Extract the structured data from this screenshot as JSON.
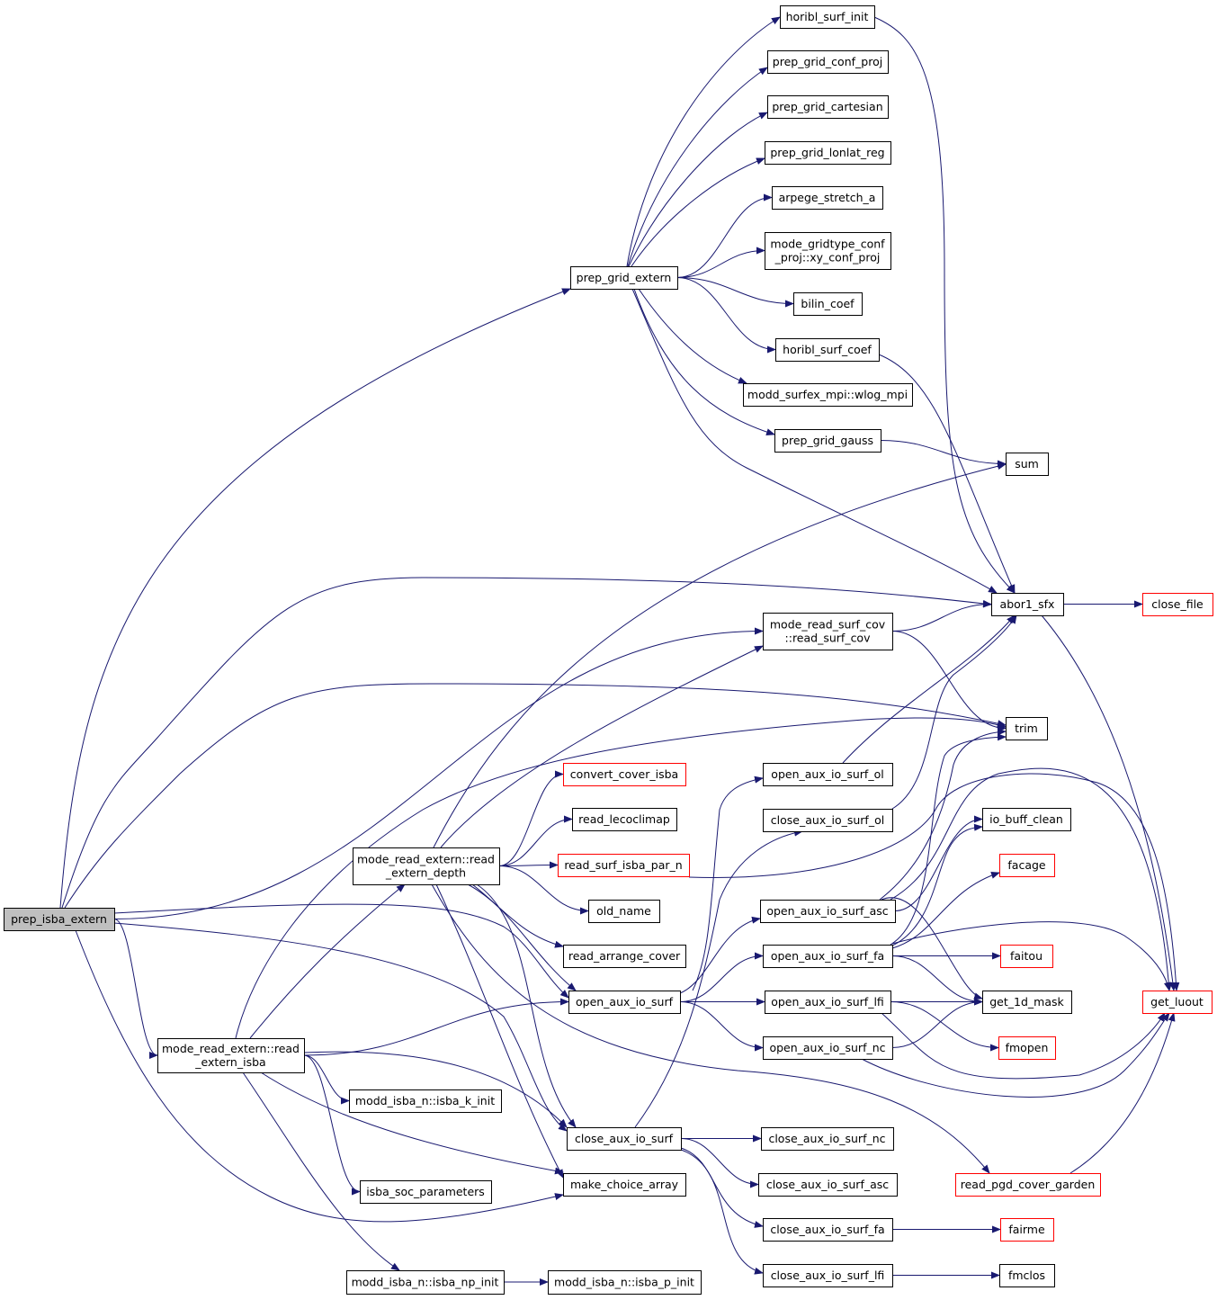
{
  "diagram": {
    "title": "",
    "colors": {
      "edge": "#191970",
      "arrowhead": "#191970",
      "node_border": "#000000",
      "node_border_truncated": "#ff0000",
      "root_fill": "#bfbfbf",
      "node_fill": "#ffffff"
    },
    "nodes": [
      {
        "id": "prep_isba_extern",
        "label": "prep_isba_extern",
        "root": true
      },
      {
        "id": "prep_grid_extern",
        "label": "prep_grid_extern"
      },
      {
        "id": "horibl_surf_init",
        "label": "horibl_surf_init"
      },
      {
        "id": "prep_grid_conf_proj",
        "label": "prep_grid_conf_proj"
      },
      {
        "id": "prep_grid_cartesian",
        "label": "prep_grid_cartesian"
      },
      {
        "id": "prep_grid_lonlat_reg",
        "label": "prep_grid_lonlat_reg"
      },
      {
        "id": "arpege_stretch_a",
        "label": "arpege_stretch_a"
      },
      {
        "id": "xy_conf_proj",
        "label": "mode_gridtype_conf\n_proj::xy_conf_proj"
      },
      {
        "id": "bilin_coef",
        "label": "bilin_coef"
      },
      {
        "id": "horibl_surf_coef",
        "label": "horibl_surf_coef"
      },
      {
        "id": "wlog_mpi",
        "label": "modd_surfex_mpi::wlog_mpi"
      },
      {
        "id": "prep_grid_gauss",
        "label": "prep_grid_gauss"
      },
      {
        "id": "sum",
        "label": "sum"
      },
      {
        "id": "abor1_sfx",
        "label": "abor1_sfx"
      },
      {
        "id": "close_file",
        "label": "close_file",
        "truncated": true
      },
      {
        "id": "read_surf_cov",
        "label": "mode_read_surf_cov\n::read_surf_cov"
      },
      {
        "id": "trim",
        "label": "trim"
      },
      {
        "id": "convert_cover_isba",
        "label": "convert_cover_isba",
        "truncated": true
      },
      {
        "id": "read_lecoclimap",
        "label": "read_lecoclimap"
      },
      {
        "id": "read_extern_depth",
        "label": "mode_read_extern::read\n_extern_depth"
      },
      {
        "id": "read_surf_isba_par_n",
        "label": "read_surf_isba_par_n",
        "truncated": true
      },
      {
        "id": "old_name",
        "label": "old_name"
      },
      {
        "id": "read_arrange_cover",
        "label": "read_arrange_cover"
      },
      {
        "id": "open_aux_io_surf",
        "label": "open_aux_io_surf"
      },
      {
        "id": "read_extern_isba",
        "label": "mode_read_extern::read\n_extern_isba"
      },
      {
        "id": "isba_k_init",
        "label": "modd_isba_n::isba_k_init"
      },
      {
        "id": "close_aux_io_surf",
        "label": "close_aux_io_surf"
      },
      {
        "id": "isba_soc_parameters",
        "label": "isba_soc_parameters"
      },
      {
        "id": "make_choice_array",
        "label": "make_choice_array"
      },
      {
        "id": "isba_np_init",
        "label": "modd_isba_n::isba_np_init"
      },
      {
        "id": "isba_p_init",
        "label": "modd_isba_n::isba_p_init"
      },
      {
        "id": "open_aux_io_surf_ol",
        "label": "open_aux_io_surf_ol"
      },
      {
        "id": "close_aux_io_surf_ol",
        "label": "close_aux_io_surf_ol"
      },
      {
        "id": "open_aux_io_surf_asc",
        "label": "open_aux_io_surf_asc"
      },
      {
        "id": "open_aux_io_surf_fa",
        "label": "open_aux_io_surf_fa"
      },
      {
        "id": "open_aux_io_surf_lfi",
        "label": "open_aux_io_surf_lfi"
      },
      {
        "id": "open_aux_io_surf_nc",
        "label": "open_aux_io_surf_nc"
      },
      {
        "id": "close_aux_io_surf_nc",
        "label": "close_aux_io_surf_nc"
      },
      {
        "id": "close_aux_io_surf_asc",
        "label": "close_aux_io_surf_asc"
      },
      {
        "id": "close_aux_io_surf_fa",
        "label": "close_aux_io_surf_fa"
      },
      {
        "id": "close_aux_io_surf_lfi",
        "label": "close_aux_io_surf_lfi"
      },
      {
        "id": "io_buff_clean",
        "label": "io_buff_clean"
      },
      {
        "id": "facage",
        "label": "facage",
        "truncated": true
      },
      {
        "id": "faitou",
        "label": "faitou",
        "truncated": true
      },
      {
        "id": "get_1d_mask",
        "label": "get_1d_mask"
      },
      {
        "id": "fmopen",
        "label": "fmopen",
        "truncated": true
      },
      {
        "id": "get_luout",
        "label": "get_luout",
        "truncated": true
      },
      {
        "id": "read_pgd_cover_garden",
        "label": "read_pgd_cover_garden",
        "truncated": true
      },
      {
        "id": "fairme",
        "label": "fairme",
        "truncated": true
      },
      {
        "id": "fmclos",
        "label": "fmclos"
      }
    ],
    "edges": [
      [
        "prep_isba_extern",
        "prep_grid_extern"
      ],
      [
        "prep_isba_extern",
        "abor1_sfx"
      ],
      [
        "prep_isba_extern",
        "trim"
      ],
      [
        "prep_isba_extern",
        "read_surf_cov"
      ],
      [
        "prep_isba_extern",
        "open_aux_io_surf"
      ],
      [
        "prep_isba_extern",
        "close_aux_io_surf"
      ],
      [
        "prep_isba_extern",
        "read_extern_isba"
      ],
      [
        "prep_isba_extern",
        "make_choice_array"
      ],
      [
        "prep_grid_extern",
        "horibl_surf_init"
      ],
      [
        "prep_grid_extern",
        "prep_grid_conf_proj"
      ],
      [
        "prep_grid_extern",
        "prep_grid_cartesian"
      ],
      [
        "prep_grid_extern",
        "prep_grid_lonlat_reg"
      ],
      [
        "prep_grid_extern",
        "arpege_stretch_a"
      ],
      [
        "prep_grid_extern",
        "xy_conf_proj"
      ],
      [
        "prep_grid_extern",
        "bilin_coef"
      ],
      [
        "prep_grid_extern",
        "horibl_surf_coef"
      ],
      [
        "prep_grid_extern",
        "wlog_mpi"
      ],
      [
        "prep_grid_extern",
        "prep_grid_gauss"
      ],
      [
        "prep_grid_extern",
        "abor1_sfx"
      ],
      [
        "horibl_surf_init",
        "abor1_sfx"
      ],
      [
        "horibl_surf_coef",
        "abor1_sfx"
      ],
      [
        "prep_grid_gauss",
        "sum"
      ],
      [
        "abor1_sfx",
        "close_file"
      ],
      [
        "abor1_sfx",
        "get_luout"
      ],
      [
        "read_surf_cov",
        "abor1_sfx"
      ],
      [
        "read_surf_cov",
        "trim"
      ],
      [
        "read_extern_depth",
        "sum"
      ],
      [
        "read_extern_depth",
        "read_surf_cov"
      ],
      [
        "read_extern_depth",
        "convert_cover_isba"
      ],
      [
        "read_extern_depth",
        "read_lecoclimap"
      ],
      [
        "read_extern_depth",
        "read_surf_isba_par_n"
      ],
      [
        "read_extern_depth",
        "old_name"
      ],
      [
        "read_extern_depth",
        "read_arrange_cover"
      ],
      [
        "read_extern_depth",
        "open_aux_io_surf"
      ],
      [
        "read_extern_depth",
        "close_aux_io_surf"
      ],
      [
        "read_extern_depth",
        "make_choice_array"
      ],
      [
        "read_extern_depth",
        "read_pgd_cover_garden"
      ],
      [
        "read_surf_isba_par_n",
        "get_luout"
      ],
      [
        "read_extern_isba",
        "read_extern_depth"
      ],
      [
        "read_extern_isba",
        "trim"
      ],
      [
        "read_extern_isba",
        "open_aux_io_surf"
      ],
      [
        "read_extern_isba",
        "close_aux_io_surf"
      ],
      [
        "read_extern_isba",
        "isba_k_init"
      ],
      [
        "read_extern_isba",
        "isba_soc_parameters"
      ],
      [
        "read_extern_isba",
        "make_choice_array"
      ],
      [
        "read_extern_isba",
        "isba_np_init"
      ],
      [
        "isba_np_init",
        "isba_p_init"
      ],
      [
        "open_aux_io_surf",
        "open_aux_io_surf_ol"
      ],
      [
        "open_aux_io_surf",
        "open_aux_io_surf_asc"
      ],
      [
        "open_aux_io_surf",
        "open_aux_io_surf_fa"
      ],
      [
        "open_aux_io_surf",
        "open_aux_io_surf_lfi"
      ],
      [
        "open_aux_io_surf",
        "open_aux_io_surf_nc"
      ],
      [
        "close_aux_io_surf",
        "close_aux_io_surf_ol"
      ],
      [
        "close_aux_io_surf",
        "close_aux_io_surf_nc"
      ],
      [
        "close_aux_io_surf",
        "close_aux_io_surf_asc"
      ],
      [
        "close_aux_io_surf",
        "close_aux_io_surf_fa"
      ],
      [
        "close_aux_io_surf",
        "close_aux_io_surf_lfi"
      ],
      [
        "open_aux_io_surf_ol",
        "abor1_sfx"
      ],
      [
        "close_aux_io_surf_ol",
        "abor1_sfx"
      ],
      [
        "open_aux_io_surf_asc",
        "trim"
      ],
      [
        "open_aux_io_surf_asc",
        "io_buff_clean"
      ],
      [
        "open_aux_io_surf_asc",
        "get_1d_mask"
      ],
      [
        "open_aux_io_surf_asc",
        "get_luout"
      ],
      [
        "open_aux_io_surf_fa",
        "trim"
      ],
      [
        "open_aux_io_surf_fa",
        "io_buff_clean"
      ],
      [
        "open_aux_io_surf_fa",
        "facage"
      ],
      [
        "open_aux_io_surf_fa",
        "faitou"
      ],
      [
        "open_aux_io_surf_fa",
        "get_1d_mask"
      ],
      [
        "open_aux_io_surf_fa",
        "get_luout"
      ],
      [
        "open_aux_io_surf_lfi",
        "get_1d_mask"
      ],
      [
        "open_aux_io_surf_lfi",
        "fmopen"
      ],
      [
        "open_aux_io_surf_lfi",
        "get_luout"
      ],
      [
        "open_aux_io_surf_nc",
        "get_1d_mask"
      ],
      [
        "open_aux_io_surf_nc",
        "get_luout"
      ],
      [
        "read_pgd_cover_garden",
        "get_luout"
      ],
      [
        "close_aux_io_surf_fa",
        "fairme"
      ],
      [
        "close_aux_io_surf_lfi",
        "fmclos"
      ]
    ]
  }
}
